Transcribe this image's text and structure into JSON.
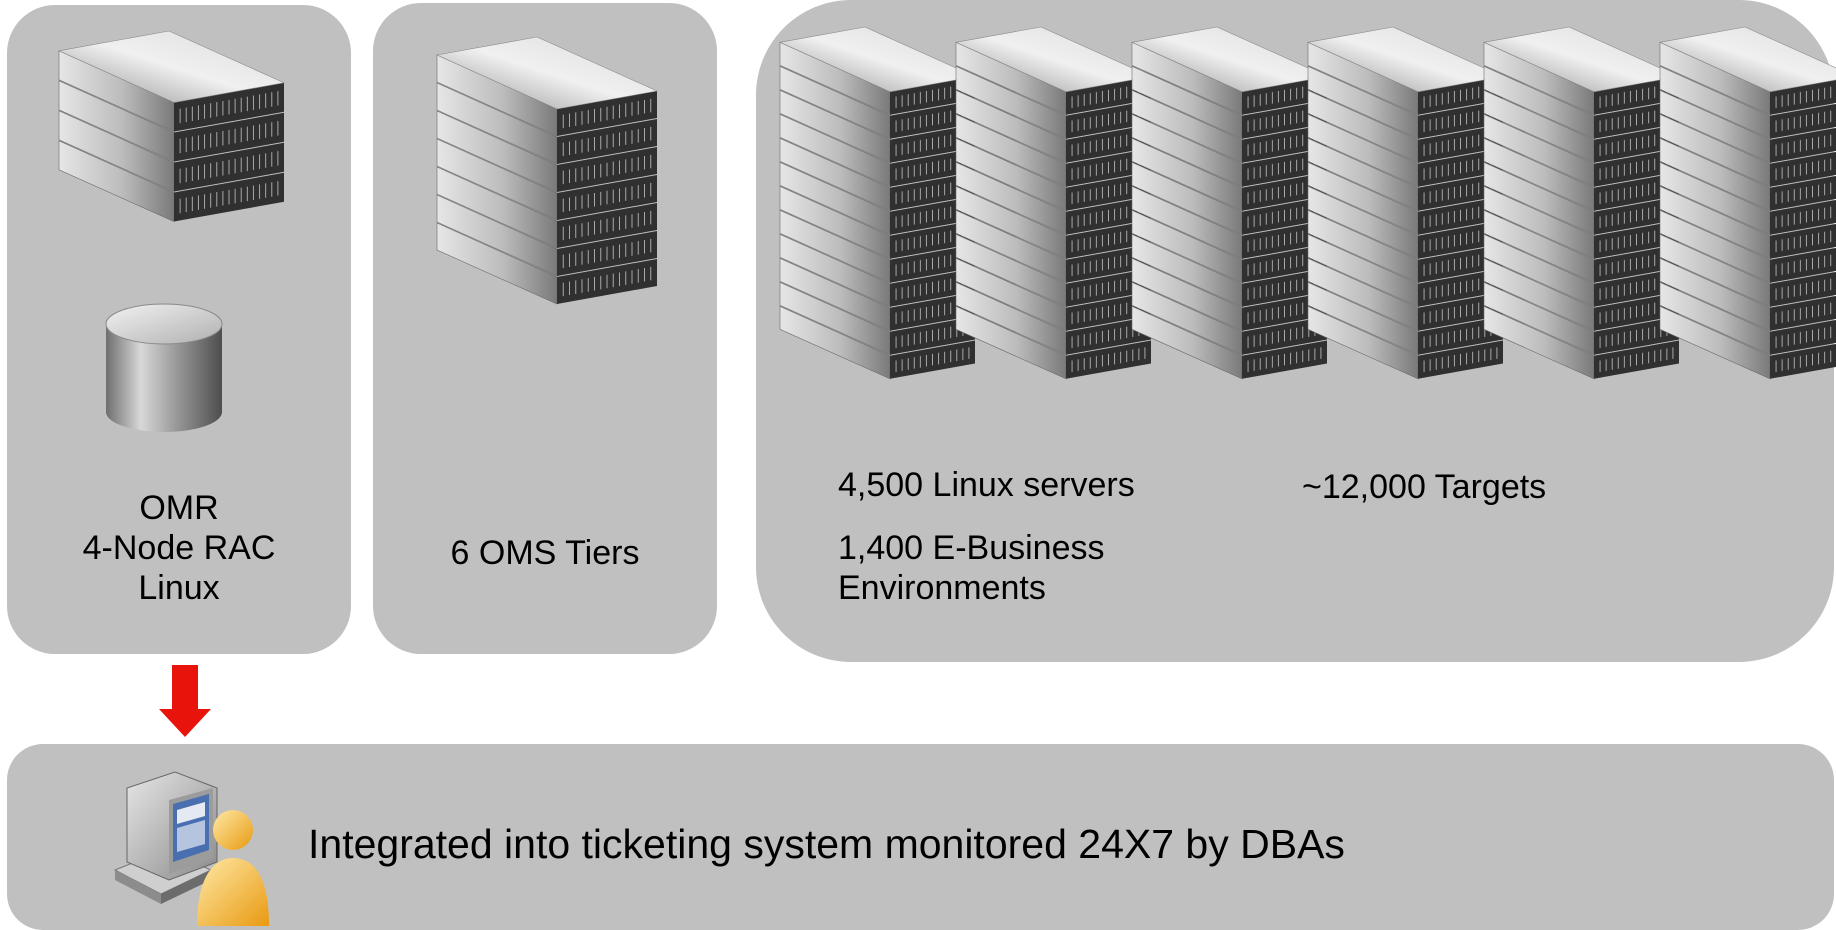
{
  "omr_panel": {
    "lines": [
      "OMR",
      "4-Node RAC",
      "Linux"
    ]
  },
  "oms_panel": {
    "label": "6 OMS Tiers"
  },
  "targets_panel": {
    "linux_servers": "4,500 Linux servers",
    "ebs_line1": "1,400 E-Business",
    "ebs_line2": "Environments",
    "targets": "~12,000 Targets"
  },
  "bottom_panel": {
    "label": "Integrated into ticketing system monitored 24X7 by DBAs"
  },
  "icons": [
    "server-stack-icon",
    "database-cylinder-icon",
    "red-arrow-down-icon",
    "monitoring-workstation-icon"
  ],
  "colors": {
    "panel": "#c0c0c0",
    "arrow": "#e8140c",
    "person": "#f4b01c",
    "screen": "#4a6fb0"
  }
}
